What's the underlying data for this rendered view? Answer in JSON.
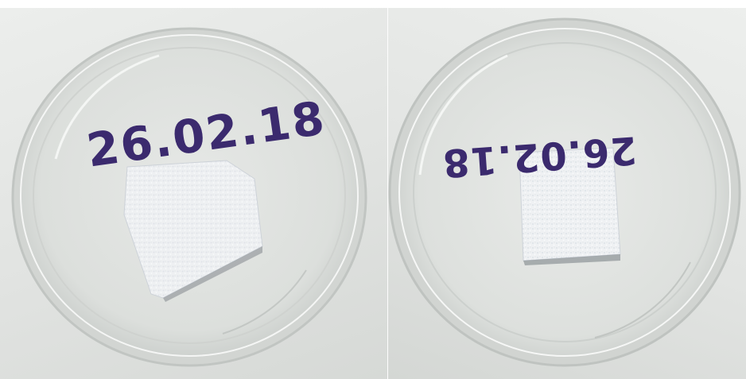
{
  "caption": {
    "text": "",
    "visible_fragment": "…, top partial caption text cropped"
  },
  "photos": [
    {
      "label": "26.02.18",
      "orientation": "normal"
    },
    {
      "label": "26.02.18",
      "orientation": "mirrored"
    }
  ],
  "colors": {
    "ink": "#3b2a6e",
    "background": "#e4e6e4",
    "dish_rim": "#c7cbc8",
    "foam": "#eef0f2"
  }
}
